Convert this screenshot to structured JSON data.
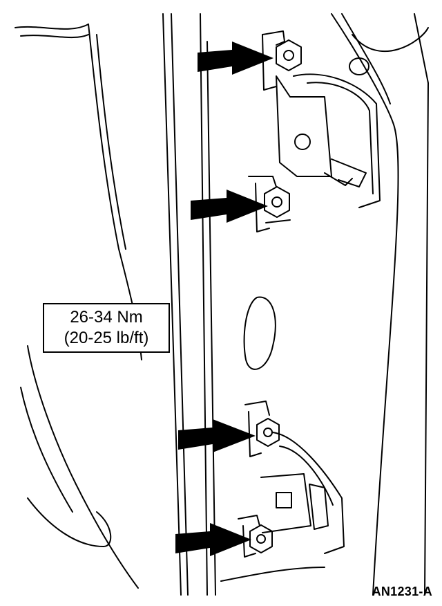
{
  "callout": {
    "line1": "26-34 Nm",
    "line2": "(20-25 lb/ft)"
  },
  "figure_id": "AN1231-A",
  "colors": {
    "ink": "#000000",
    "paper": "#ffffff"
  }
}
